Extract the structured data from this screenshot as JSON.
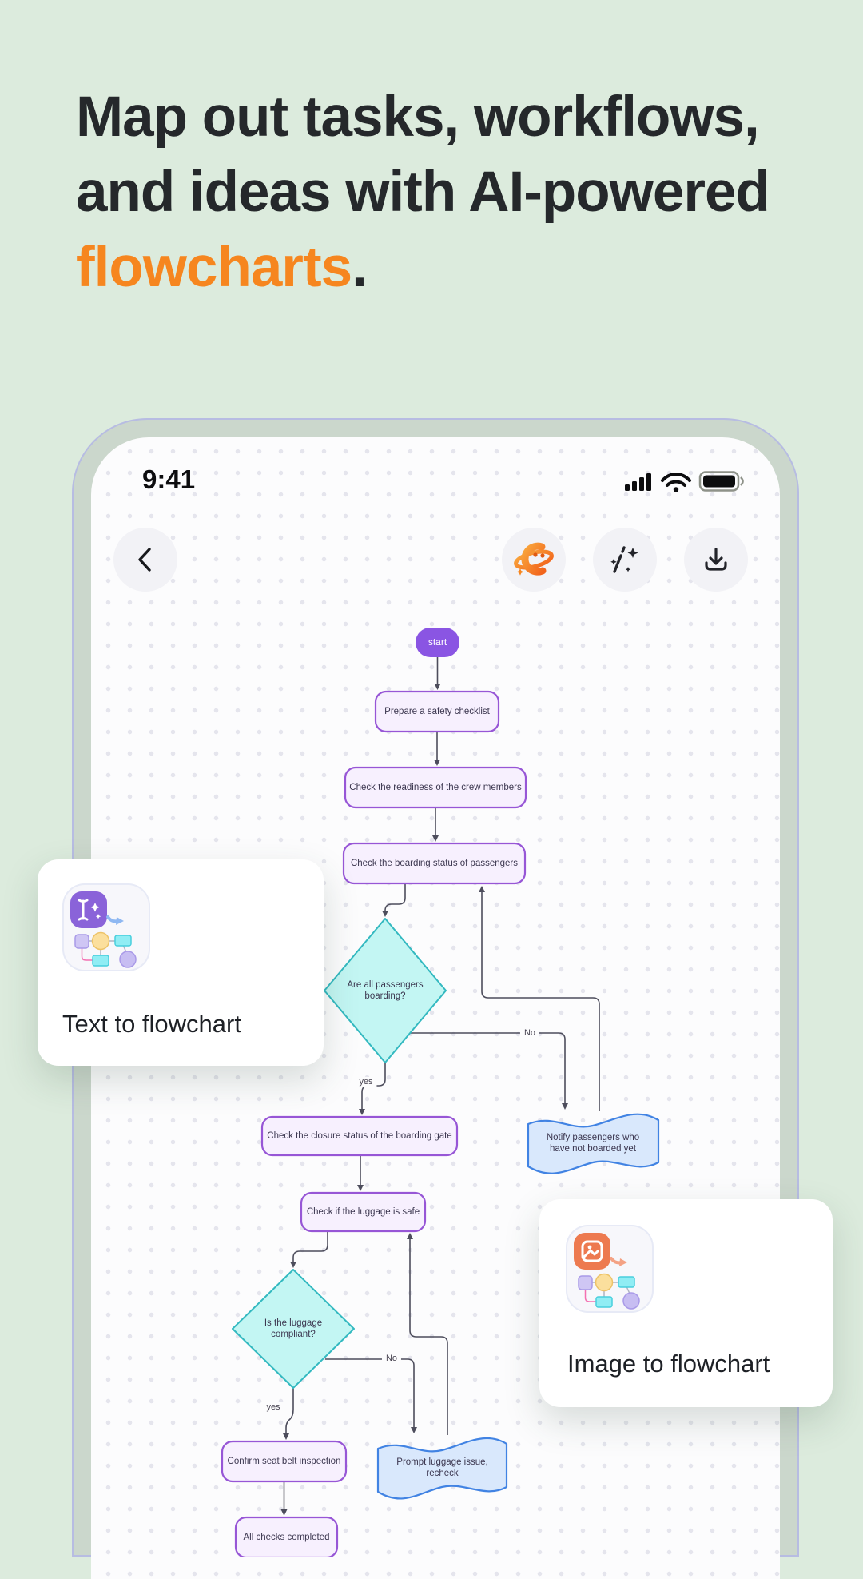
{
  "heading": {
    "line1": "Map out tasks, workflows,",
    "line2": "and ideas with AI-powered",
    "line3_highlight": "flowcharts",
    "line3_end": ".",
    "text_color": "#25282b",
    "highlight_color": "#f6861f"
  },
  "phone": {
    "status_bar": {
      "time": "9:41",
      "icons": [
        "cellular-signal",
        "wifi",
        "battery-full"
      ]
    },
    "toolbar_icons": [
      "back-chevron",
      "planet-mascot",
      "magic-wand",
      "download"
    ]
  },
  "flowchart": {
    "start_label": "start",
    "prepare": "Prepare a safety checklist",
    "readiness": "Check the readiness of the crew members",
    "boarding": "Check the boarding status of passengers",
    "decision_boarding": "Are all passengers\nboarding?",
    "closure": "Check the closure status of the boarding gate",
    "notify": "Notify passengers who\nhave not boarded yet",
    "luggage": "Check if the luggage is safe",
    "decision_luggage": "Is the luggage\ncompliant?",
    "confirm": "Confirm seat belt inspection",
    "prompt": "Prompt luggage issue,\nrecheck",
    "all_checks": "All checks completed",
    "label_yes": "yes",
    "label_no": "No",
    "colors": {
      "process_fill": "#f7f0fe",
      "process_border": "#9756d6",
      "start_fill": "#8a55e3",
      "decision_fill": "#c3f6f3",
      "decision_border": "#33b9c0",
      "io_fill": "#d9e8fc",
      "io_border": "#4183e3",
      "edge": "#4d4d5c"
    }
  },
  "cards": {
    "text_card": {
      "label": "Text to flowchart",
      "badge_color": "#8a63d9"
    },
    "image_card": {
      "label": "Image to flowchart",
      "badge_color": "#ed7a50"
    }
  }
}
